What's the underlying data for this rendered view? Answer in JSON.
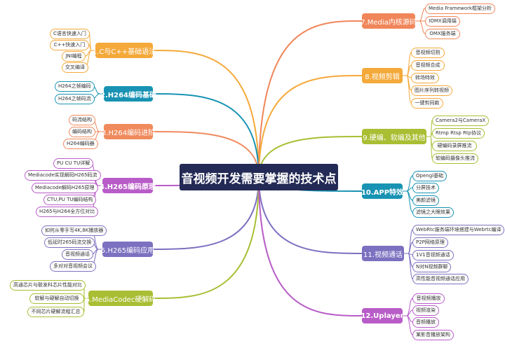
{
  "root": {
    "label": "音视频开发需要掌握的技术点"
  },
  "branches": [
    {
      "label": "1.C与C++基础语法",
      "color": "#f4a93a",
      "children": [
        "C语言快速入门",
        "C++快速入门",
        "JNI编程",
        "交叉编译"
      ]
    },
    {
      "label": "2.H264编码基础",
      "color": "#1893b3",
      "children": [
        "H264之帧编码",
        "H264之帧码流"
      ]
    },
    {
      "label": "3.H264编码进阶",
      "color": "#f08a5d",
      "children": [
        "码流结构",
        "编码结构",
        "H264编码器"
      ]
    },
    {
      "label": "4.H265编码原理",
      "color": "#b85cc8",
      "children": [
        "PU CU TU详解",
        "Mediacode实现解码H265码流",
        "Mediacode解码H265原理",
        "CTU,PU TU编码结构",
        "H265与H264全方位对比"
      ]
    },
    {
      "label": "5.H265编码应用",
      "color": "#7c70c0",
      "children": [
        "如何从零手写4K,8K播放器",
        "低延时265码流交换",
        "音视频通话",
        "多对对音视频会议"
      ]
    },
    {
      "label": "6.MediaCodec硬解码",
      "color": "#a9be33",
      "children": [
        "高通芯片与联发科芯片性能对比",
        "软解与硬解自动切换",
        "不同芯片硬解流程汇总"
      ]
    },
    {
      "label": "7.Media内核源码",
      "color": "#f0865a",
      "children": [
        "Media Framework框架分析",
        "IOMX调用端",
        "OMX服务端"
      ]
    },
    {
      "label": "8.视频剪辑",
      "color": "#f4a93a",
      "children": [
        "音视频切割",
        "音视频合成",
        "转场特效",
        "图片序列转视频",
        "一键剪同款"
      ]
    },
    {
      "label": "9.硬编、软编及其他",
      "color": "#a9be33",
      "children": [
        "Camera2与CameraX",
        "Rtmp Rtsp Rtp协议",
        "硬编码录屏推流",
        "软编码摄像头推流"
      ]
    },
    {
      "label": "10.APP特效",
      "color": "#1893b3",
      "children": [
        "Opengl基础",
        "分屏技术",
        "美颜滤镜",
        "滤镜之大眼效果"
      ]
    },
    {
      "label": "11.视频通话",
      "color": "#7c70c0",
      "children": [
        "WebRtc服务端环境搭建与Webrtc编译",
        "P2P网络原理",
        "1V1音视频通话",
        "N对N视频群聊",
        "高性能音视频通话应用"
      ]
    },
    {
      "label": "12.Uplayer",
      "color": "#b85cc8",
      "children": [
        "音视频播放",
        "视频渲染",
        "音频播放",
        "某影音播放架构"
      ]
    }
  ]
}
